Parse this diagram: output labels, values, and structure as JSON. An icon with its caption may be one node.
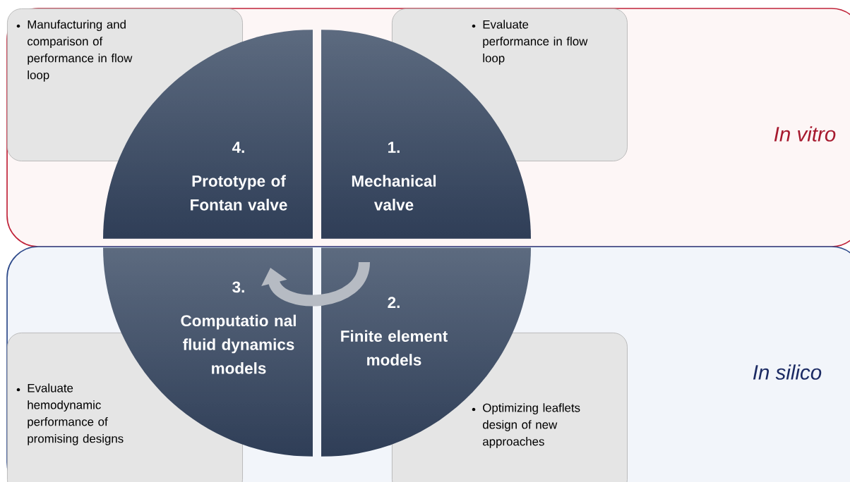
{
  "diagram": {
    "nodes": [
      {
        "text": [
          "In vitro"
        ]
      },
      {
        "text": [
          "Manufacturing and comparison of performance in flow loop"
        ],
        "in": 0
      },
      {
        "text": [
          "Evaluate performance in flow loop"
        ],
        "in": 0
      },
      {
        "text": [
          "4.",
          "Prototype of Fontan valve"
        ],
        "in": 0
      },
      {
        "text": [
          "1.",
          "Mechanical valve"
        ],
        "in": 0
      },
      {
        "text": [
          "In silico"
        ]
      },
      {
        "text": [
          "3.",
          "Computatio nal fluid dynamics models"
        ],
        "in": 5
      },
      {
        "text": [
          "2.",
          "Finite element models"
        ],
        "in": 5
      },
      {
        "text": [
          "Evaluate hemodynamic performance of promising designs"
        ],
        "in": 5
      },
      {
        "text": [
          "Optimizing leaflets design of new approaches"
        ],
        "in": 5
      }
    ],
    "edges": [
      {
        "from": 7,
        "to": 6,
        "arrow": "to"
      }
    ]
  }
}
